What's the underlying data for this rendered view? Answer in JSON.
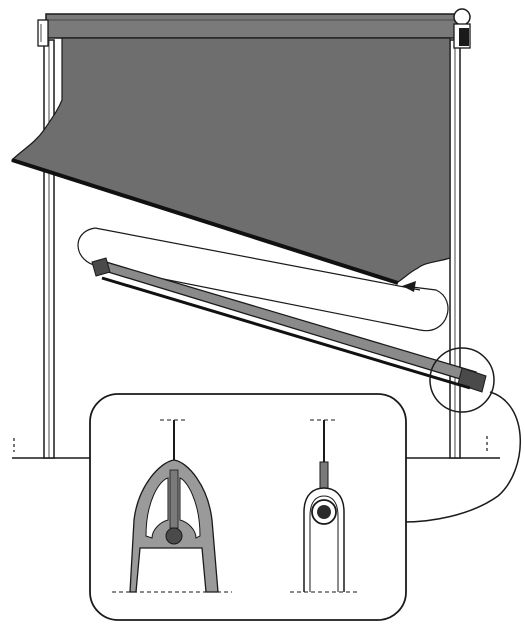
{
  "diagram": {
    "colors": {
      "fabric": "#6e6e6e",
      "fabric_dark": "#4a4a4a",
      "outline": "#1a1a1a",
      "rail_light": "#ffffff",
      "detail_fill": "#9a9a9a",
      "background": "#ffffff"
    },
    "icons": [
      "roller-tube",
      "end-cap",
      "guide-rail",
      "bottom-bar",
      "motion-arrow",
      "magnifier-circle",
      "rail-clip-detail"
    ]
  }
}
